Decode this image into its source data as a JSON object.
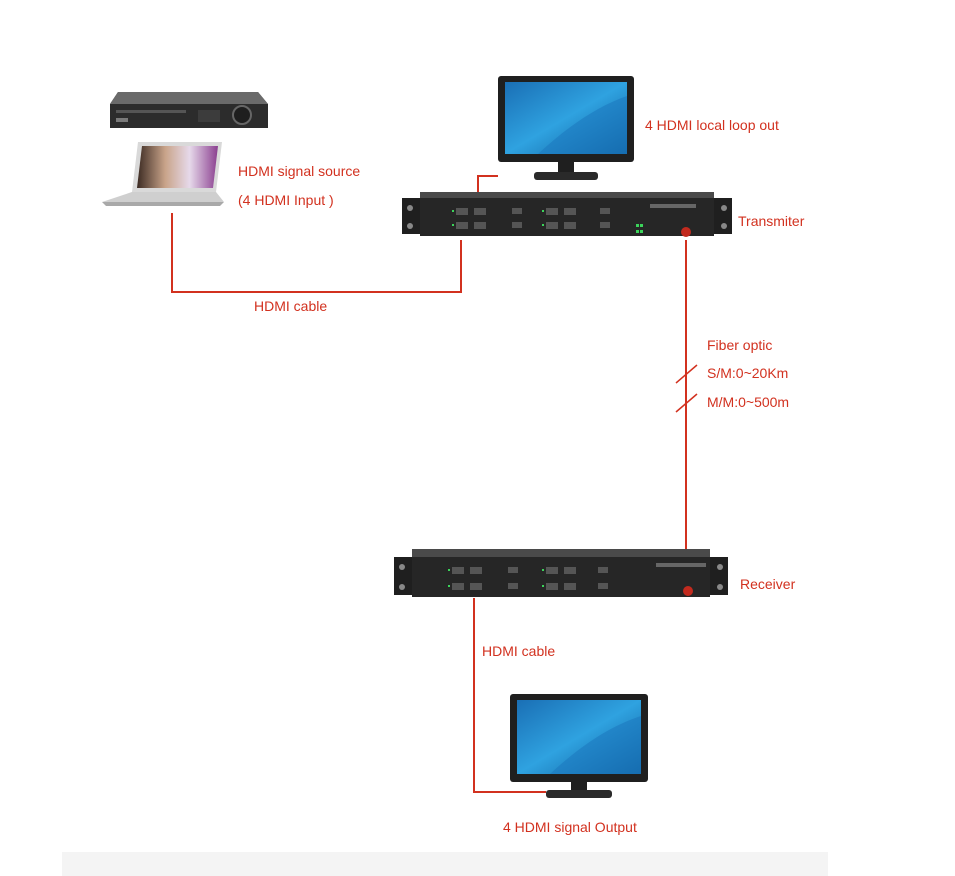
{
  "labels": {
    "loop_out": "4 HDMI local loop out",
    "source_line1": "HDMI signal source",
    "source_line2": "(4 HDMI Input )",
    "transmitter": "Transmiter",
    "hdmi_cable_top": "HDMI cable",
    "fiber_title": "Fiber optic",
    "fiber_sm": "S/M:0~20Km",
    "fiber_mm": "M/M:0~500m",
    "receiver": "Receiver",
    "hdmi_cable_bottom": "HDMI cable",
    "output": "4 HDMI signal Output"
  },
  "colors": {
    "wire": "#d2311f",
    "label": "#d2311f",
    "chassis": "#2b2b2b",
    "screen": "#1a7fc6"
  },
  "icons": [
    "dvr-icon",
    "laptop-icon",
    "monitor-icon",
    "rack-unit-icon"
  ]
}
